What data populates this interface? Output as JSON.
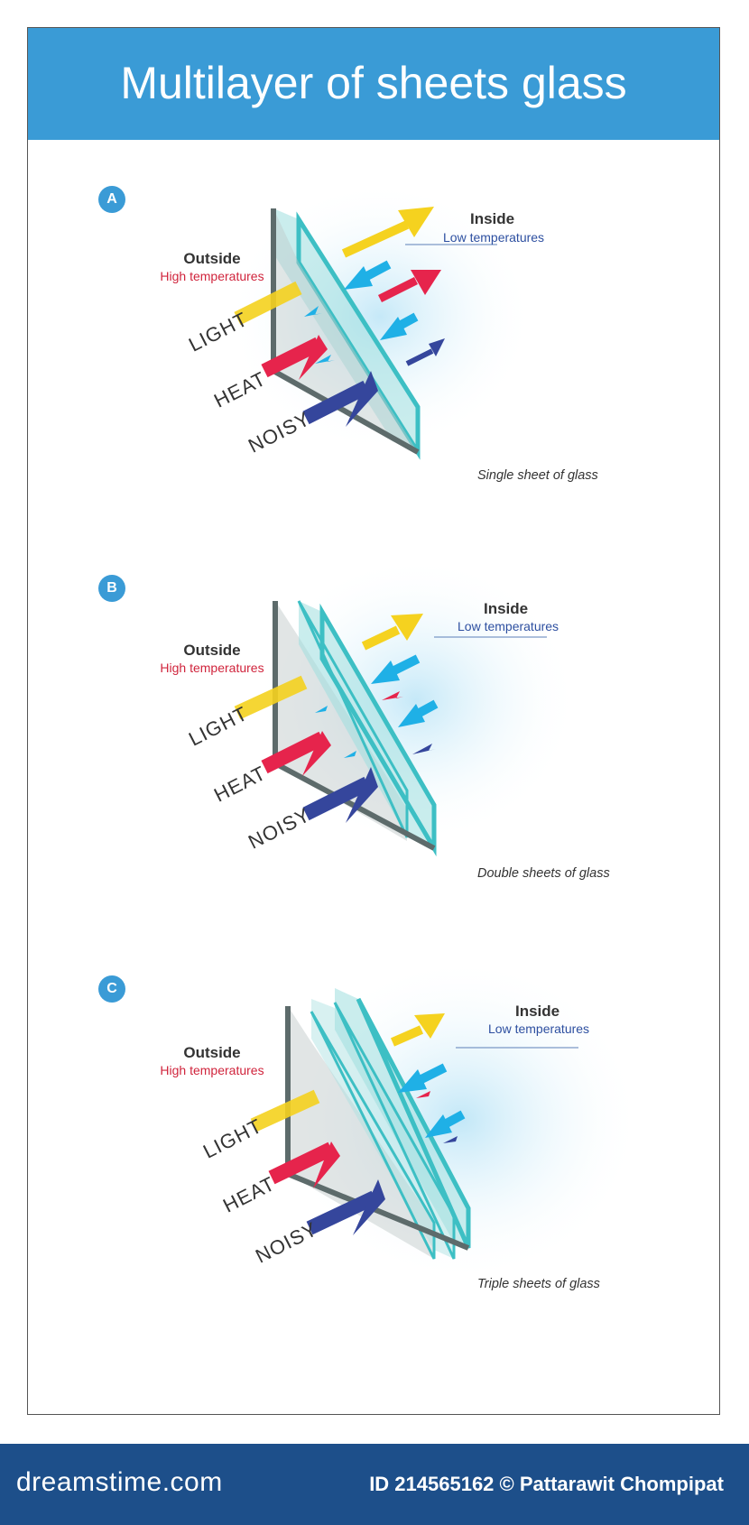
{
  "title": "Multilayer of sheets glass",
  "panels": [
    {
      "marker": "A",
      "outside_title": "Outside",
      "outside_sub": "High temperatures",
      "inside_title": "Inside",
      "inside_sub": "Low temperatures",
      "labels": {
        "light": "LIGHT",
        "heat": "HEAT",
        "noisy": "NOISY"
      },
      "caption": "Single sheet of glass"
    },
    {
      "marker": "B",
      "outside_title": "Outside",
      "outside_sub": "High temperatures",
      "inside_title": "Inside",
      "inside_sub": "Low temperatures",
      "labels": {
        "light": "LIGHT",
        "heat": "HEAT",
        "noisy": "NOISY"
      },
      "caption": "Double sheets of glass"
    },
    {
      "marker": "C",
      "outside_title": "Outside",
      "outside_sub": "High temperatures",
      "inside_title": "Inside",
      "inside_sub": "Low temperatures",
      "labels": {
        "light": "LIGHT",
        "heat": "HEAT",
        "noisy": "NOISY"
      },
      "caption": "Triple sheets of glass"
    }
  ],
  "colors": {
    "header": "#3a9bd6",
    "footer": "#1d4f8a",
    "light": "#f5d21f",
    "heat": "#e6244c",
    "noisy": "#35469c",
    "reflected": "#1fb0e6",
    "glass": "#5fcfcf"
  },
  "footer": {
    "brand": "dreamstime.com",
    "credit": "ID 214565162 © Pattarawit Chompipat"
  }
}
